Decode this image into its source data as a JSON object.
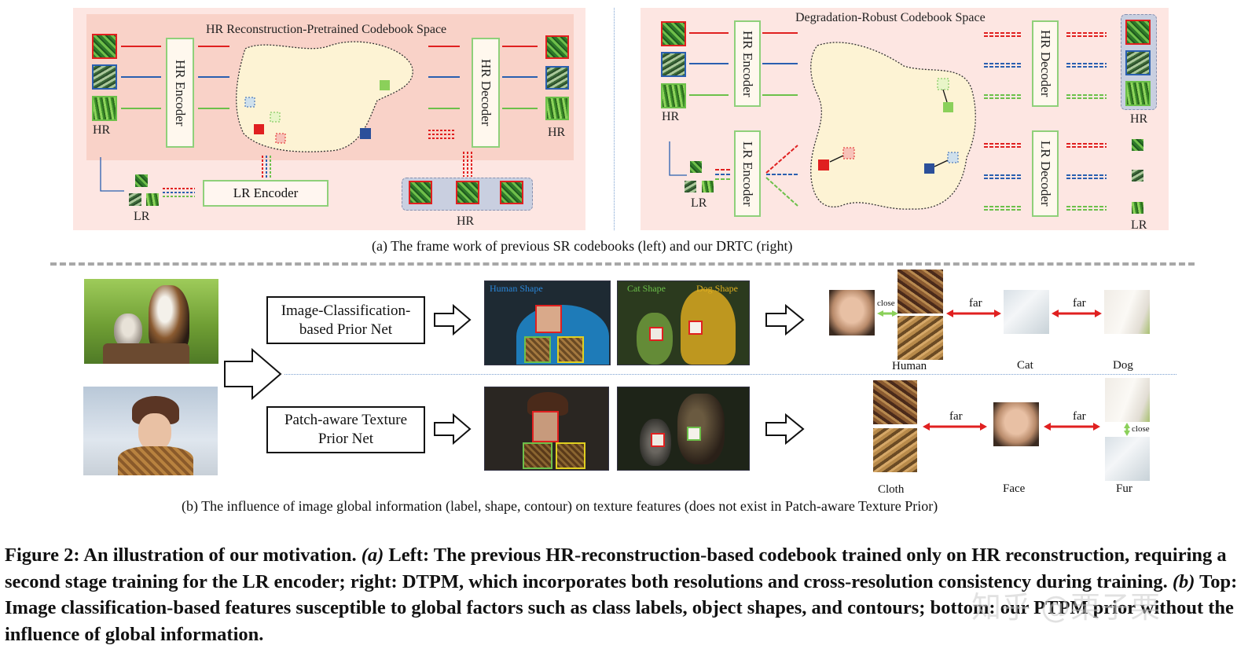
{
  "panel_a": {
    "left": {
      "space_title": "HR Reconstruction-Pretrained Codebook Space",
      "hr_encoder": "HR Encoder",
      "hr_decoder": "HR Decoder",
      "lr_encoder": "LR Encoder",
      "hr_in_label": "HR",
      "hr_out_label": "HR",
      "lr_label": "LR",
      "hr_bottom_label": "HR"
    },
    "right": {
      "space_title": "Degradation-Robust Codebook Space",
      "hr_encoder": "HR Encoder",
      "lr_encoder": "LR Encoder",
      "hr_decoder": "HR Decoder",
      "lr_decoder": "LR Decoder",
      "hr_in_label": "HR",
      "lr_in_label": "LR",
      "hr_out_label": "HR",
      "lr_out_label": "LR"
    },
    "caption": "(a) The frame work of previous SR codebooks (left) and our DRTC (right)"
  },
  "panel_b": {
    "top_net": "Image-Classification-based Prior Net",
    "bottom_net": "Patch-aware Texture Prior Net",
    "human_shape": "Human Shape",
    "cat_shape": "Cat Shape",
    "dog_shape": "Dog Shape",
    "top_labels": {
      "close": "close",
      "far1": "far",
      "far2": "far",
      "human": "Human",
      "cat": "Cat",
      "dog": "Dog"
    },
    "bottom_labels": {
      "far1": "far",
      "far2": "far",
      "close": "close",
      "cloth": "Cloth",
      "face": "Face",
      "fur": "Fur"
    },
    "caption": "(b) The influence of image global information (label, shape, contour) on texture features (does not exist in Patch-aware Texture Prior)"
  },
  "figure_caption": {
    "prefix": "Figure 2: An illustration of our motivation. ",
    "a_tag": "(a)",
    "a_text": " Left: The previous HR-reconstruction-based codebook trained only on HR reconstruction, requiring a second stage training for the LR encoder; right: DTPM, which incorporates both resolutions and cross-resolution consistency during training. ",
    "b_tag": "(b)",
    "b_text": " Top: Image classification-based features susceptible to global factors such as class labels, object shapes, and contours; bottom: our PTPM prior without the influence of global information."
  },
  "watermark": "知乎 @栗子栗",
  "colors": {
    "red": "#e02020",
    "blue": "#2a5fb0",
    "green": "#6cc04a",
    "panel_bg": "#fde6e2",
    "space_bg": "#fdf3d4"
  }
}
